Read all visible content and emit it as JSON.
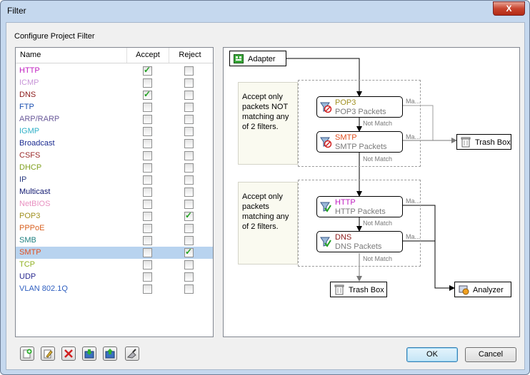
{
  "window": {
    "title": "Filter",
    "close_label": "X"
  },
  "section_label": "Configure Project Filter",
  "list": {
    "headers": {
      "name": "Name",
      "accept": "Accept",
      "reject": "Reject"
    },
    "rows": [
      {
        "name": "HTTP",
        "color": "#c020c0",
        "accept": true,
        "reject": false
      },
      {
        "name": "ICMP",
        "color": "#c896d8",
        "accept": false,
        "reject": false
      },
      {
        "name": "DNS",
        "color": "#8b1a1a",
        "accept": true,
        "reject": false
      },
      {
        "name": "FTP",
        "color": "#1a4fb0",
        "accept": false,
        "reject": false
      },
      {
        "name": "ARP/RARP",
        "color": "#6a5a9a",
        "accept": false,
        "reject": false
      },
      {
        "name": "IGMP",
        "color": "#30b0c8",
        "accept": false,
        "reject": false
      },
      {
        "name": "Broadcast",
        "color": "#1a2a90",
        "accept": false,
        "reject": false
      },
      {
        "name": "CSFS",
        "color": "#9a2a2a",
        "accept": false,
        "reject": false
      },
      {
        "name": "DHCP",
        "color": "#80a020",
        "accept": false,
        "reject": false
      },
      {
        "name": "IP",
        "color": "#2a3a80",
        "accept": false,
        "reject": false
      },
      {
        "name": "Multicast",
        "color": "#101870",
        "accept": false,
        "reject": false
      },
      {
        "name": "NetBIOS",
        "color": "#e890c0",
        "accept": false,
        "reject": false
      },
      {
        "name": "POP3",
        "color": "#a09020",
        "accept": false,
        "reject": true
      },
      {
        "name": "PPPoE",
        "color": "#d86020",
        "accept": false,
        "reject": false
      },
      {
        "name": "SMB",
        "color": "#208080",
        "accept": false,
        "reject": false
      },
      {
        "name": "SMTP",
        "color": "#e05020",
        "accept": false,
        "reject": true,
        "selected": true
      },
      {
        "name": "TCP",
        "color": "#90b020",
        "accept": false,
        "reject": false
      },
      {
        "name": "UDP",
        "color": "#2a2a90",
        "accept": false,
        "reject": false
      },
      {
        "name": "VLAN 802.1Q",
        "color": "#3060c0",
        "accept": false,
        "reject": false
      }
    ]
  },
  "diagram": {
    "adapter_label": "Adapter",
    "group1": {
      "description": "Accept only packets NOT matching any of 2 filters.",
      "filters": [
        {
          "name": "POP3",
          "color": "#a09020",
          "desc": "POP3 Packets",
          "match_label": "Ma...",
          "icon": "filter-reject-icon"
        },
        {
          "name": "SMTP",
          "color": "#e05020",
          "desc": "SMTP Packets",
          "match_label": "Ma...",
          "icon": "filter-reject-icon"
        }
      ],
      "not_match_1": "Not Match",
      "not_match_2": "Not Match",
      "target": "Trash Box"
    },
    "group2": {
      "description": "Accept only packets matching any of 2 filters.",
      "filters": [
        {
          "name": "HTTP",
          "color": "#c020c0",
          "desc": "HTTP Packets",
          "match_label": "Ma...",
          "icon": "filter-accept-icon"
        },
        {
          "name": "DNS",
          "color": "#8b1a1a",
          "desc": "DNS Packets",
          "match_label": "Ma...",
          "icon": "filter-accept-icon"
        }
      ],
      "not_match_1": "Not Match",
      "not_match_2": "Not Match",
      "target": "Analyzer"
    },
    "bottom_trash": "Trash Box"
  },
  "toolbar": {
    "icons": [
      "add-filter-icon",
      "edit-filter-icon",
      "delete-filter-icon",
      "import-filter-icon",
      "export-filter-icon",
      "clear-icon"
    ]
  },
  "buttons": {
    "ok": "OK",
    "cancel": "Cancel"
  }
}
